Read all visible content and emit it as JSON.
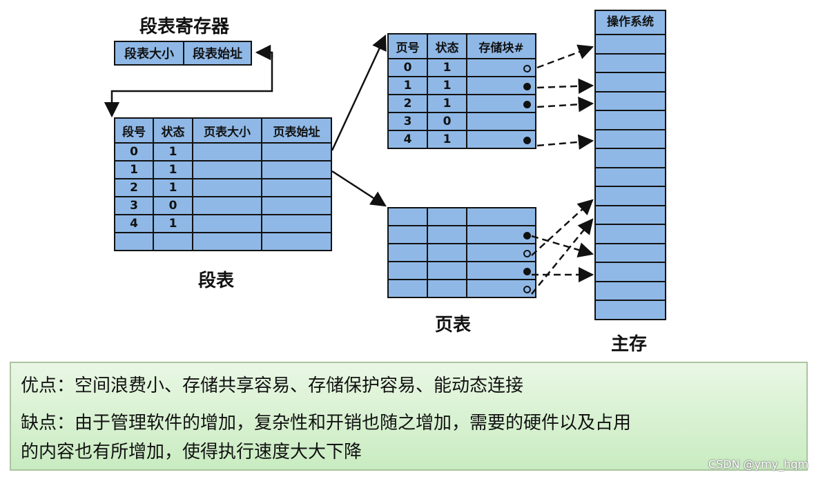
{
  "segment_register": {
    "title": "段表寄存器",
    "cells": [
      "段表大小",
      "段表始址"
    ]
  },
  "segment_table": {
    "caption": "段表",
    "headers": [
      "段号",
      "状态",
      "页表大小",
      "页表始址"
    ],
    "rows": [
      [
        "0",
        "1",
        "",
        ""
      ],
      [
        "1",
        "1",
        "",
        ""
      ],
      [
        "2",
        "1",
        "",
        ""
      ],
      [
        "3",
        "0",
        "",
        ""
      ],
      [
        "4",
        "1",
        "",
        ""
      ],
      [
        "",
        "",
        "",
        ""
      ]
    ]
  },
  "page_table_top": {
    "headers": [
      "页号",
      "状态",
      "存储块#"
    ],
    "rows": [
      [
        "0",
        "1",
        ""
      ],
      [
        "1",
        "1",
        ""
      ],
      [
        "2",
        "1",
        ""
      ],
      [
        "3",
        "0",
        ""
      ],
      [
        "4",
        "1",
        ""
      ]
    ]
  },
  "page_table_bottom": {
    "caption": "页表",
    "rows": [
      [
        "",
        "",
        ""
      ],
      [
        "",
        "",
        ""
      ],
      [
        "",
        "",
        ""
      ],
      [
        "",
        "",
        ""
      ],
      [
        "",
        "",
        ""
      ]
    ]
  },
  "memory": {
    "title": "操作系统",
    "caption": "主存"
  },
  "notes": {
    "pros": "优点：空间浪费小、存储共享容易、存储保护容易、能动态连接",
    "cons_line1": "缺点：由于管理软件的增加，复杂性和开销也随之增加，需要的硬件以及占用",
    "cons_line2": "的内容也有所增加，使得执行速度大大下降"
  },
  "watermark": "CSDN @ymy_hqm",
  "colors": {
    "table_fill": "#8fb8e6",
    "border": "#111111",
    "note_background": "#d9f2d2"
  }
}
